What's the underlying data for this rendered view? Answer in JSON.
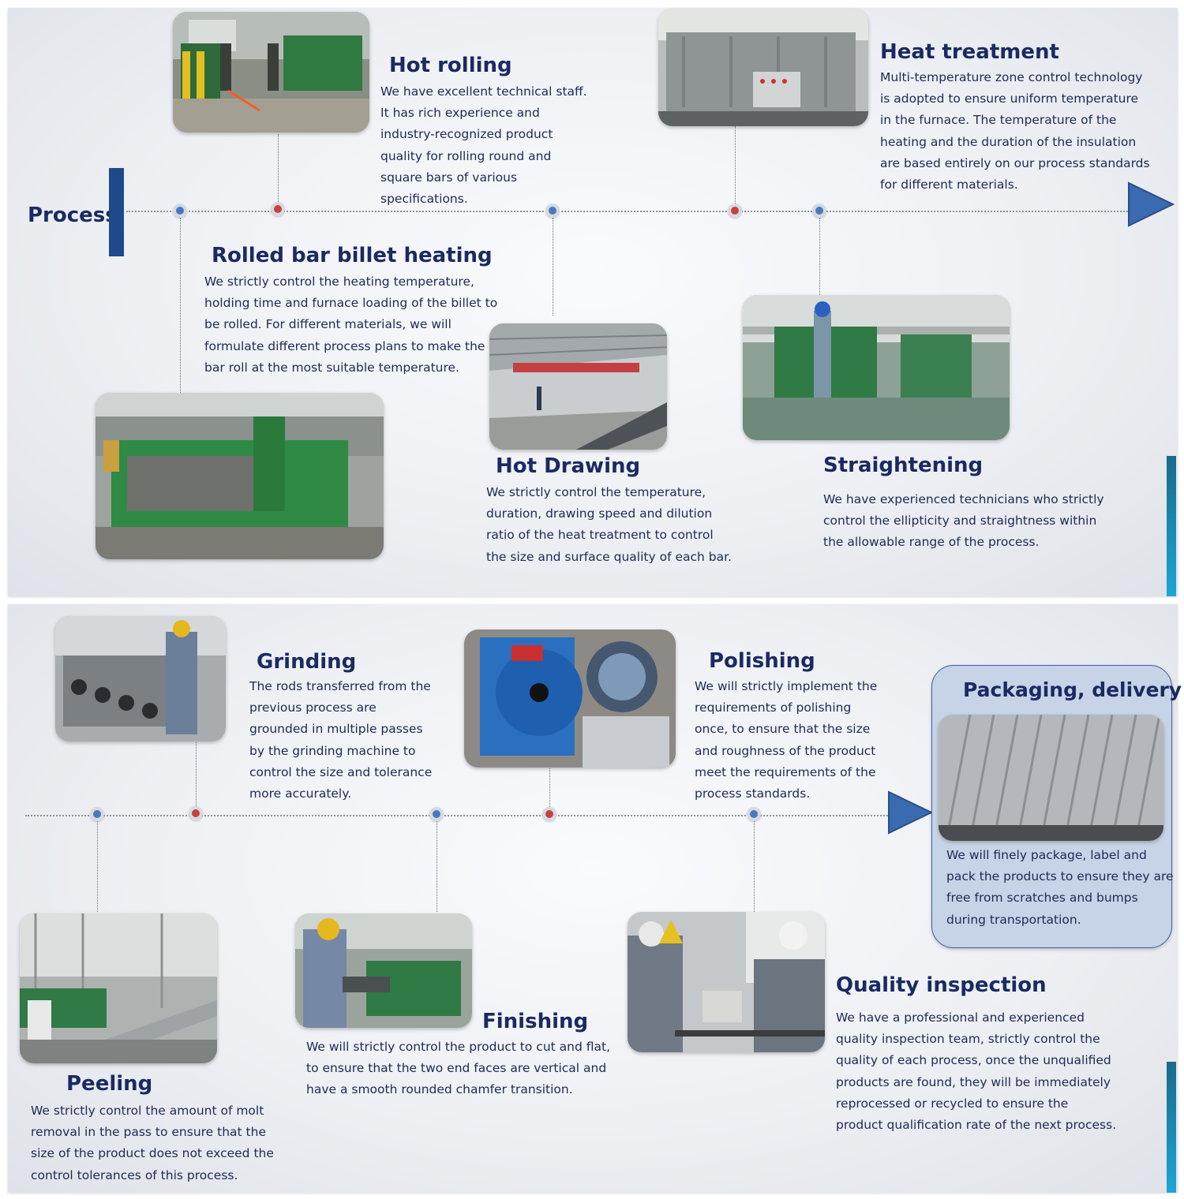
{
  "process_label": "Process",
  "top": {
    "hot_rolling": {
      "title": "Hot rolling",
      "lines": [
        "We have excellent technical staff.",
        "It has rich experience and",
        "industry-recognized product",
        "quality for rolling round and",
        "square bars of various",
        "specifications."
      ]
    },
    "heat_treatment": {
      "title": "Heat treatment",
      "lines": [
        "Multi-temperature zone control technology",
        "is adopted to ensure uniform temperature",
        "in the furnace. The temperature of the",
        "heating and the duration of the insulation",
        "are based entirely on our process standards",
        "for different materials."
      ]
    },
    "rolled_bar": {
      "title": "Rolled bar billet heating",
      "lines": [
        "We strictly control the heating temperature,",
        "holding time and furnace loading of the billet to",
        "be rolled. For different materials, we will",
        "formulate different process plans to make the",
        "bar roll at the most suitable temperature."
      ]
    },
    "hot_drawing": {
      "title": "Hot  Drawing",
      "lines": [
        "We strictly control the temperature,",
        "duration, drawing speed and dilution",
        "ratio of the heat treatment to control",
        "the size and surface quality of each bar."
      ]
    },
    "straightening": {
      "title": "Straightening",
      "lines": [
        "We have experienced technicians who strictly",
        "control the ellipticity and straightness within",
        "the allowable range of the process."
      ]
    }
  },
  "bottom": {
    "grinding": {
      "title": "Grinding",
      "lines": [
        "The rods transferred from the",
        "previous process are",
        "grounded in multiple passes",
        "by the grinding machine to",
        "control the size and tolerance",
        "more accurately."
      ]
    },
    "polishing": {
      "title": "Polishing",
      "lines": [
        "We will strictly implement the",
        "requirements of polishing",
        "once, to ensure that the size",
        "and roughness of the product",
        "meet the requirements of the",
        "process standards."
      ]
    },
    "packaging": {
      "title": "Packaging, delivery",
      "lines": [
        "We will finely package, label and",
        "pack the products to ensure they are",
        "free from scratches and bumps",
        "during transportation."
      ]
    },
    "peeling": {
      "title": "Peeling",
      "lines": [
        "We strictly control the amount of molt",
        "removal in the pass to ensure that the",
        "size of the product does not exceed the",
        "control tolerances of this process."
      ]
    },
    "finishing": {
      "title": "Finishing",
      "lines": [
        "We will strictly control the product to cut and flat,",
        "to ensure that the two end faces are vertical and",
        "have a smooth rounded chamfer transition."
      ]
    },
    "quality": {
      "title": "Quality inspection",
      "lines": [
        "We have a professional and experienced",
        "quality inspection team, strictly control the",
        "quality of each process, once the unqualified",
        "products are found, they will be immediately",
        "reprocessed or recycled to ensure the",
        "product qualification rate of the next process."
      ]
    }
  },
  "colors": {
    "title": "#1a2a62",
    "node_blue": "#4a78c0",
    "node_red": "#c84040",
    "arrow": "#3a6ab0",
    "process_bar": "#1e4a8a"
  }
}
